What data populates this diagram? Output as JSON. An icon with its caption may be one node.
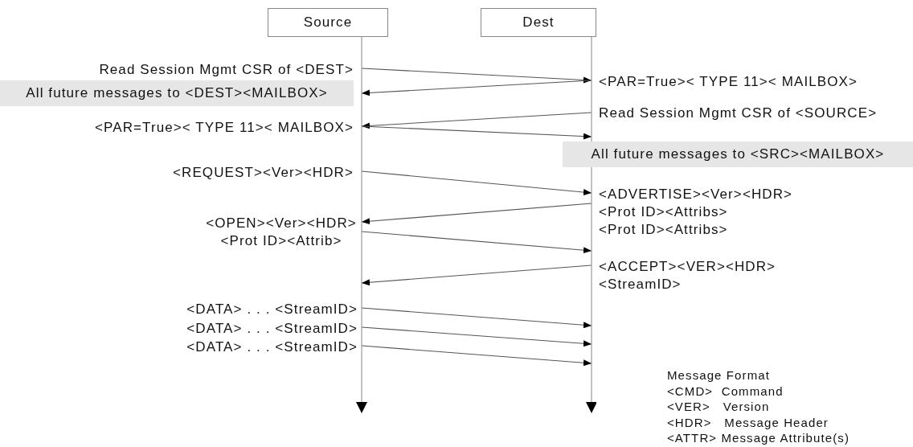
{
  "diagram": {
    "nodes": [
      {
        "text": [
          "Source"
        ]
      },
      {
        "text": [
          "Dest"
        ]
      },
      {
        "text": [
          "All future messages to <DEST><MAILBOX>"
        ]
      },
      {
        "text": [
          "All future messages to <SRC><MAILBOX>"
        ]
      }
    ],
    "edges": [
      {
        "from": 0,
        "to": 1,
        "arrow": "to",
        "label": "Read Session Mgmt CSR of <DEST>"
      },
      {
        "from": 1,
        "to": 0,
        "arrow": "to",
        "label": "<PAR=True>< TYPE 11>< MAILBOX>"
      },
      {
        "from": 1,
        "to": 0,
        "arrow": "to",
        "label": "Read Session Mgmt CSR of <SOURCE>"
      },
      {
        "from": 0,
        "to": 1,
        "arrow": "to",
        "label": "<PAR=True>< TYPE 11>< MAILBOX>"
      },
      {
        "from": 0,
        "to": 1,
        "arrow": "to",
        "label": "<REQUEST><Ver><HDR>"
      },
      {
        "from": 1,
        "to": 0,
        "arrow": "to",
        "label": "<ADVERTISE><Ver><HDR> <Prot ID><Attribs> <Prot ID><Attribs>"
      },
      {
        "from": 0,
        "to": 1,
        "arrow": "to",
        "label": "<OPEN><Ver><HDR> <Prot ID><Attrib>"
      },
      {
        "from": 1,
        "to": 0,
        "arrow": "to",
        "label": "<ACCEPT><VER><HDR> <StreamID>"
      },
      {
        "from": 0,
        "to": 1,
        "arrow": "to",
        "label": "<DATA> . . . <StreamID>"
      },
      {
        "from": 0,
        "to": 1,
        "arrow": "to",
        "label": "<DATA> . . . <StreamID>"
      },
      {
        "from": 0,
        "to": 1,
        "arrow": "to",
        "label": "<DATA> . . . <StreamID>"
      }
    ],
    "labels": [
      "Message Format",
      "<CMD>  Command",
      "<VER>   Version",
      "<HDR>   Message Header",
      "<ATTR> Message Attribute(s)"
    ]
  }
}
